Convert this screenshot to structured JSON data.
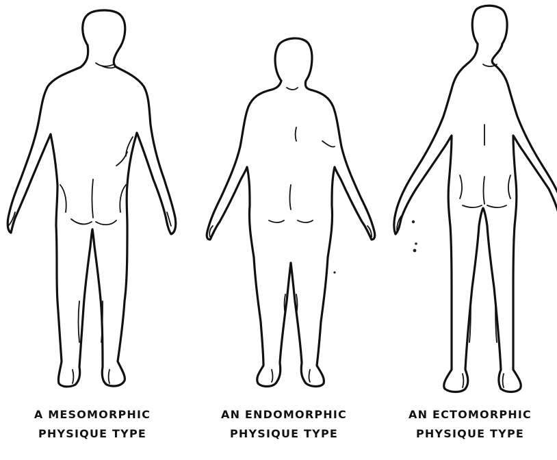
{
  "figures": [
    {
      "caption_line1": "A MESOMORPHIC",
      "caption_line2": "PHYSIQUE TYPE"
    },
    {
      "caption_line1": "AN ENDOMORPHIC",
      "caption_line2": "PHYSIQUE TYPE"
    },
    {
      "caption_line1": "AN ECTOMORPHIC",
      "caption_line2": "PHYSIQUE TYPE"
    }
  ]
}
